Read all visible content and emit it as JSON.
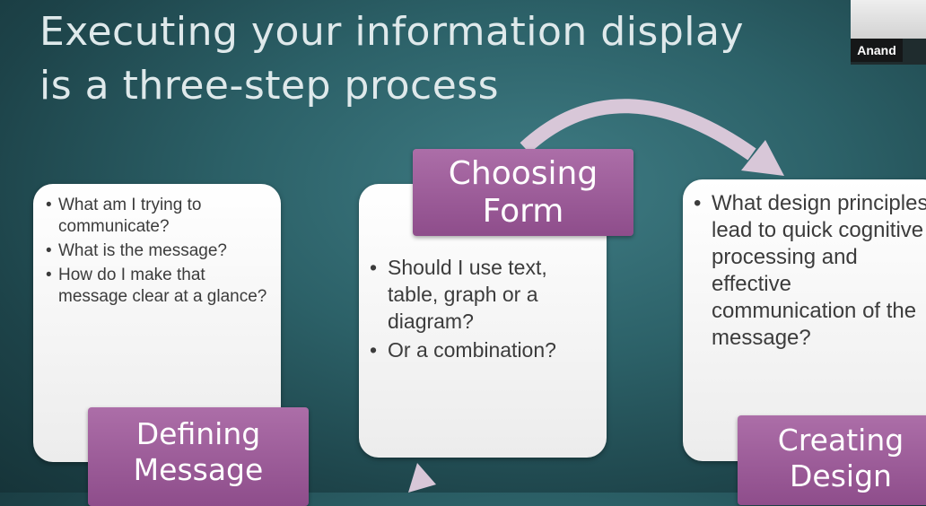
{
  "slide": {
    "title_line1": "Executing your information display",
    "title_line2": "is a three-step process"
  },
  "steps": [
    {
      "label_line1": "Defining",
      "label_line2": "Message",
      "bullets": [
        "What am I trying to communicate?",
        "What is the message?",
        "How do I make that message clear at a glance?"
      ]
    },
    {
      "label_line1": "Choosing",
      "label_line2": "Form",
      "bullets": [
        "Should I use text, table, graph or a diagram?",
        "Or a combination?"
      ]
    },
    {
      "label_line1": "Creating",
      "label_line2": "Design",
      "bullets": [
        "What design principles lead to quick cognitive processing and effective communication of the message?"
      ]
    }
  ],
  "video": {
    "participant_name": "Anand"
  },
  "colors": {
    "label_purple": "#9c5c99",
    "background_teal": "#2c6168"
  }
}
